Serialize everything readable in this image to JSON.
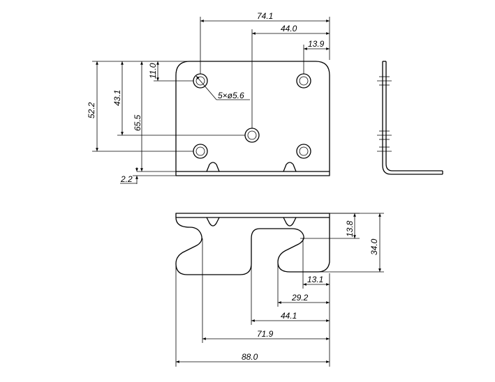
{
  "dimensions": {
    "top_view": {
      "width_74_1": "74.1",
      "width_44_0": "44.0",
      "width_13_9": "13.9",
      "height_52_2": "52.2",
      "height_43_1": "43.1",
      "height_65_5": "65.5",
      "height_11_0": "11.0",
      "thickness_2_2": "2.2",
      "hole_callout": "5×ø5.6"
    },
    "flat_view": {
      "height_13_8": "13.8",
      "height_34_0": "34.0",
      "width_13_1": "13.1",
      "width_29_2": "29.2",
      "width_44_1": "44.1",
      "width_71_9": "71.9",
      "width_88_0": "88.0"
    }
  }
}
